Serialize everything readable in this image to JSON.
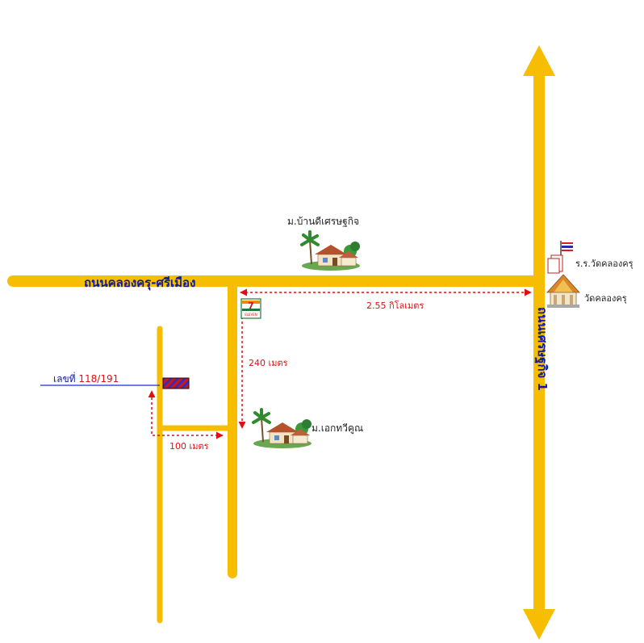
{
  "map": {
    "main_road_label": "ถนนคลองครุ-ศรีเมือง",
    "highway_label": "ถนนเศรษฐกิจ 1",
    "village_top": "ม.บ้านดีเศรษฐกิจ",
    "village_bottom": "ม.เอกทวีคูณ",
    "school": "ร.ร.วัดคลองครุ",
    "temple": "วัดคลองครุ",
    "plot_prefix": "เลขที่",
    "plot_number": "118/191",
    "dist_highway": "2.55 กิโลเมตร",
    "dist_soi": "240 เมตร",
    "dist_branch": "100 เมตร",
    "store_brand": "ELEVEN",
    "colors": {
      "road": "#f7bd00",
      "label_blue": "#0a1aa8",
      "distance_red": "#e01010"
    }
  }
}
